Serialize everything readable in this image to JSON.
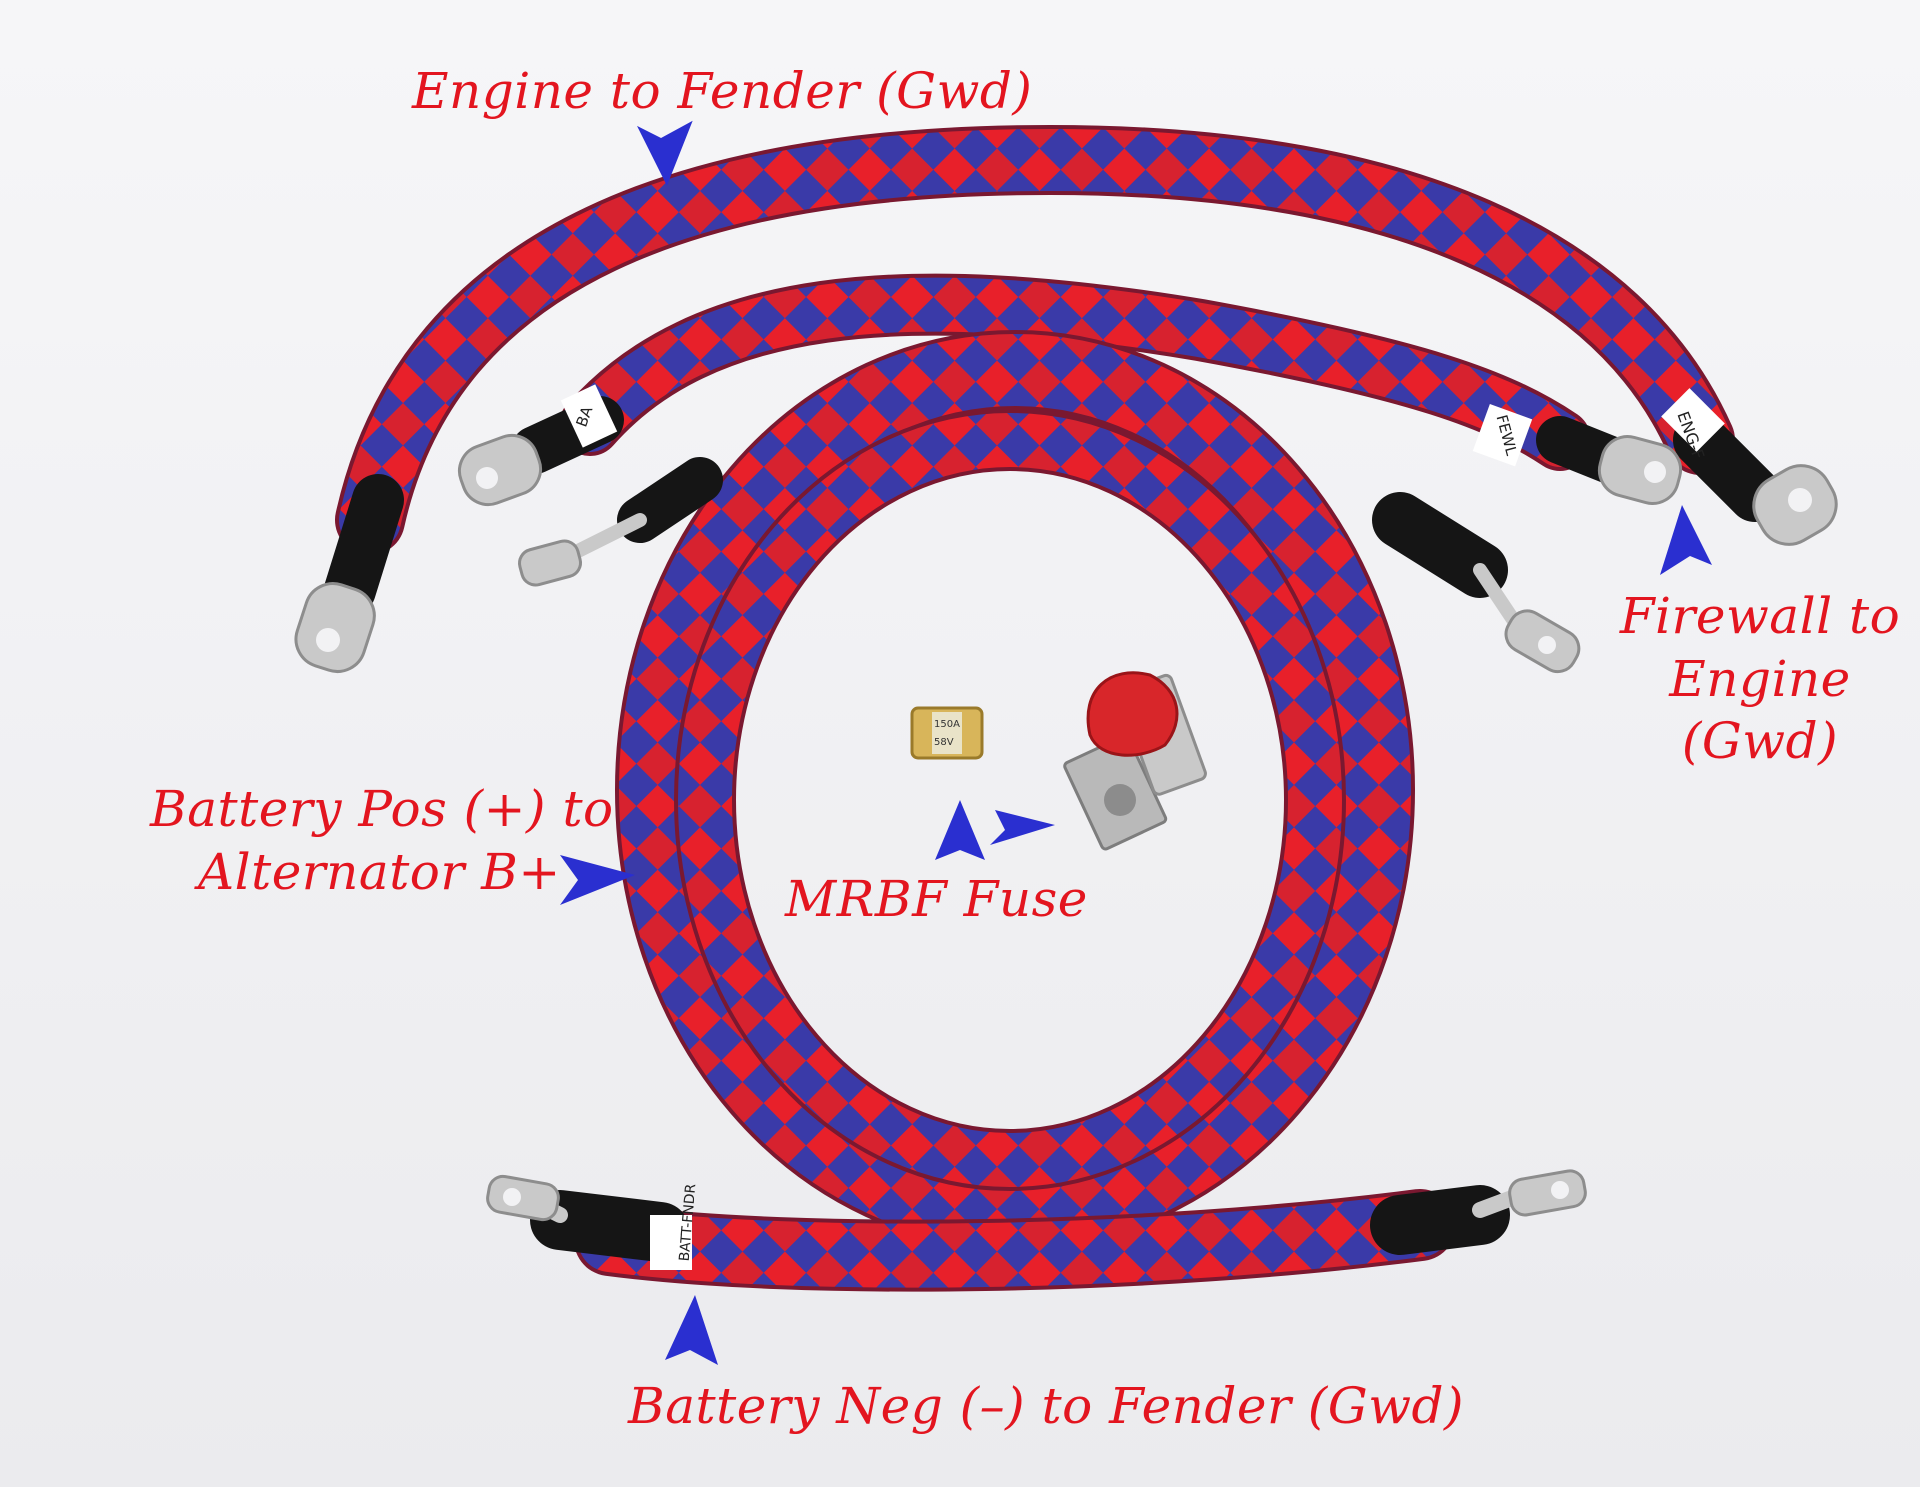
{
  "labels": {
    "engine_to_fender": "Engine to Fender (Gwd)",
    "firewall_to_engine": [
      "Firewall to",
      "Engine",
      "(Gwd)"
    ],
    "battery_pos": [
      "Battery Pos (+) to",
      "Alternator B+"
    ],
    "mrbf_fuse": "MRBF Fuse",
    "battery_neg": "Battery Neg (–) to Fender (Gwd)"
  },
  "cable_tags": {
    "top_right_tag": "ENG-F",
    "inner_tag": "FEWL",
    "left_tag": "BA",
    "bottom_tag": "BATT-FNDR"
  },
  "fuse_rating": [
    "150A",
    "58V"
  ],
  "colors": {
    "label_text": "#e3151f",
    "pointer": "#2a2fd0",
    "braid_red": "#e8202a",
    "braid_blue": "#3a3aa8",
    "background": "#f2f2f4"
  },
  "icons": [
    "arrow-pointer-icon"
  ]
}
